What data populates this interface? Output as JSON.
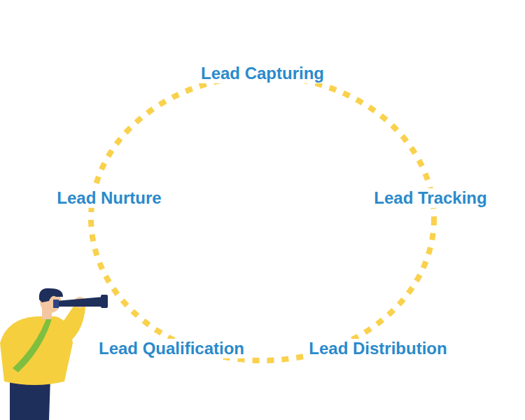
{
  "diagram": {
    "labels": [
      "Lead Capturing",
      "Lead Tracking",
      "Lead Distribution",
      "Lead Qualification",
      "Lead Nurture"
    ]
  }
}
